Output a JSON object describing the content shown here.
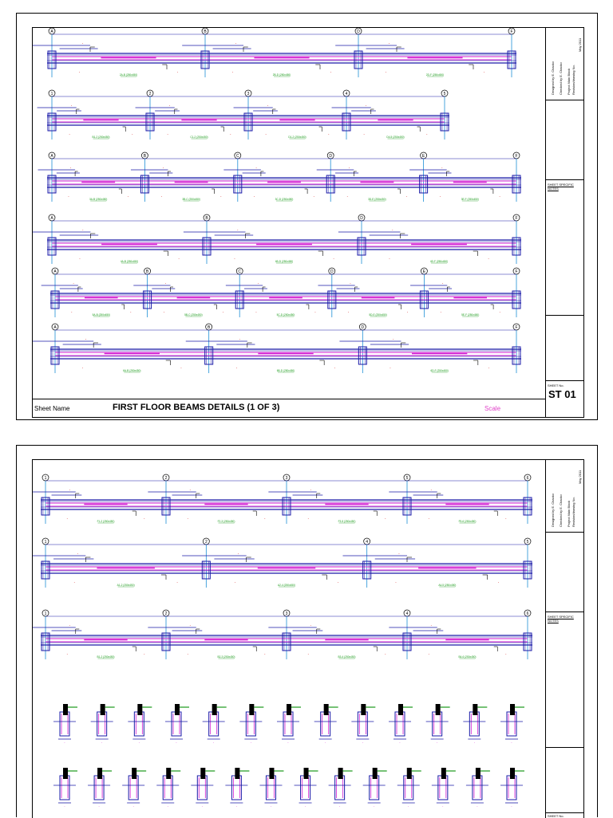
{
  "sheet1": {
    "sheet_name_label": "Sheet Name",
    "title": "FIRST FLOOR BEAMS DETAILS (1 OF 3)",
    "scale_label": "Scale",
    "sheet_no_label": "SHEET No.",
    "sheet_no": "ST 01",
    "notes_label": "SHEET SPECIFIC NOTES",
    "designed_by": "Designed by  E. Chacko",
    "checked_by": "Checked by  E. Chacko",
    "project": "Project Main Block",
    "date": "May 2011",
    "revision": "Revision/drawing No.",
    "beams": [
      {
        "grid": [
          "A",
          "B",
          "D",
          "F"
        ],
        "labels": [
          "2A-B (250x450)",
          "2B-D (250x450)",
          "2D-F (250x450)"
        ]
      },
      {
        "grid": [
          "1",
          "2",
          "3",
          "4",
          "5"
        ],
        "labels": [
          "B1-2 (250x450)",
          "C1-2 (250x450)",
          "D1-2 (250x450)",
          "D4-5 (250x450)"
        ]
      },
      {
        "grid": [
          "A",
          "B",
          "C",
          "D",
          "E",
          "F"
        ],
        "labels": [
          "3A-B (250x450)",
          "3B-C (250x450)",
          "3C-D (250x450)",
          "3D-E (250x450)",
          "3E-F (250x450)"
        ]
      },
      {
        "grid": [
          "A",
          "B",
          "D",
          "F"
        ],
        "labels": [
          "4A-B (250x450)",
          "4B-D (250x450)",
          "4D-F (250x450)"
        ]
      },
      {
        "grid": [
          "A",
          "B",
          "C",
          "D",
          "E",
          "F"
        ],
        "labels": [
          "5A-B (250x450)",
          "5B-C (250x450)",
          "5C-D (250x450)",
          "5D-E (250x450)",
          "5E-F (250x450)"
        ]
      },
      {
        "grid": [
          "A",
          "B",
          "D",
          "F"
        ],
        "labels": [
          "6A-B (250x450)",
          "6B-D (250x450)",
          "6D-F (250x450)"
        ]
      }
    ]
  },
  "sheet2": {
    "notes_label": "SHEET SPECIFIC NOTES",
    "sheet_no_label": "SHEET No.",
    "designed_by": "Designed by  E. Chacko",
    "checked_by": "Checked by  E. Chacko",
    "project": "Project Main Block",
    "date": "May 2011",
    "revision": "Revision/drawing No.",
    "beams": [
      {
        "grid": [
          "1",
          "2",
          "3",
          "5",
          "6"
        ],
        "labels": [
          "F1-2 (250x450)",
          "F2-3 (250x450)",
          "F3-5 (250x450)",
          "F5-6 (250x450)"
        ]
      },
      {
        "grid": [
          "1",
          "2",
          "4",
          "5"
        ],
        "labels": [
          "A1-2 (250x450)",
          "A2-4 (250x450)",
          "A4-5 (250x450)"
        ]
      },
      {
        "grid": [
          "1",
          "2",
          "3",
          "4",
          "6"
        ],
        "labels": [
          "B1-2 (250x450)",
          "B2-3 (250x450)",
          "B3-4 (250x450)",
          "B4-6 (250x450)"
        ]
      }
    ],
    "section_rows": [
      13,
      14
    ]
  },
  "colors": {
    "grid_line": "#1e8fd6",
    "beam_line": "#1a1aa8",
    "rebar": "#d21ed2",
    "label": "#1a9a1a",
    "dimension": "#d42020",
    "black": "#000000"
  }
}
